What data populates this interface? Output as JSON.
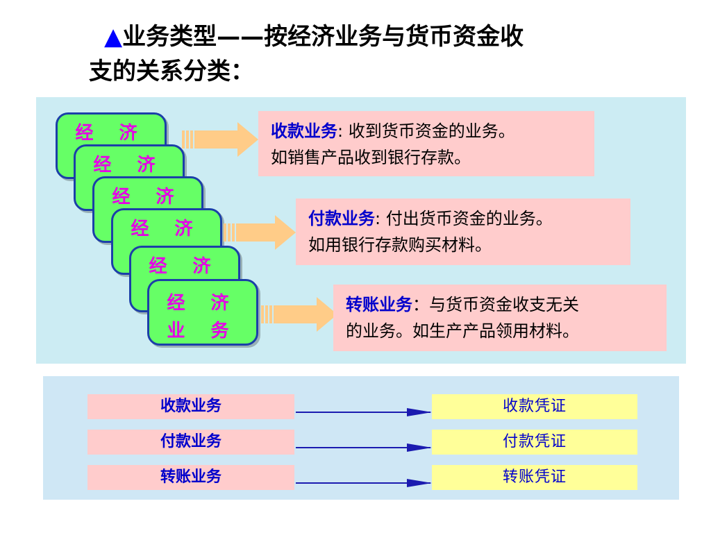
{
  "title": {
    "marker": "▲",
    "line1": "业务类型——按经济业务与货币资金收",
    "line2": "支的关系分类："
  },
  "stack": {
    "card_label": "经 济",
    "last_line1": "经 济",
    "last_line2": "业 务"
  },
  "types": [
    {
      "name": "收款业务",
      "sep": ": ",
      "desc1": "收到货币资金的业务。",
      "desc2": "如销售产品收到银行存款。"
    },
    {
      "name": "付款业务",
      "sep": ": ",
      "desc1": "付出货币资金的业务。",
      "desc2": "如用银行存款购买材料。"
    },
    {
      "name": "转账业务",
      "sep": "：",
      "desc1": "与货币资金收支无关",
      "desc2": "的业务。如生产产品领用材料。"
    }
  ],
  "mapping": [
    {
      "left": "收款业务",
      "right": "收款凭证"
    },
    {
      "left": "付款业务",
      "right": "付款凭证"
    },
    {
      "left": "转账业务",
      "right": "转账凭证"
    }
  ],
  "colors": {
    "panel_bg": "#ccecf3",
    "card_fill": "#66ff66",
    "card_text": "#e600e6",
    "lead_text": "#0000cc",
    "pink": "#ffcccc",
    "yellow": "#ffff99"
  }
}
